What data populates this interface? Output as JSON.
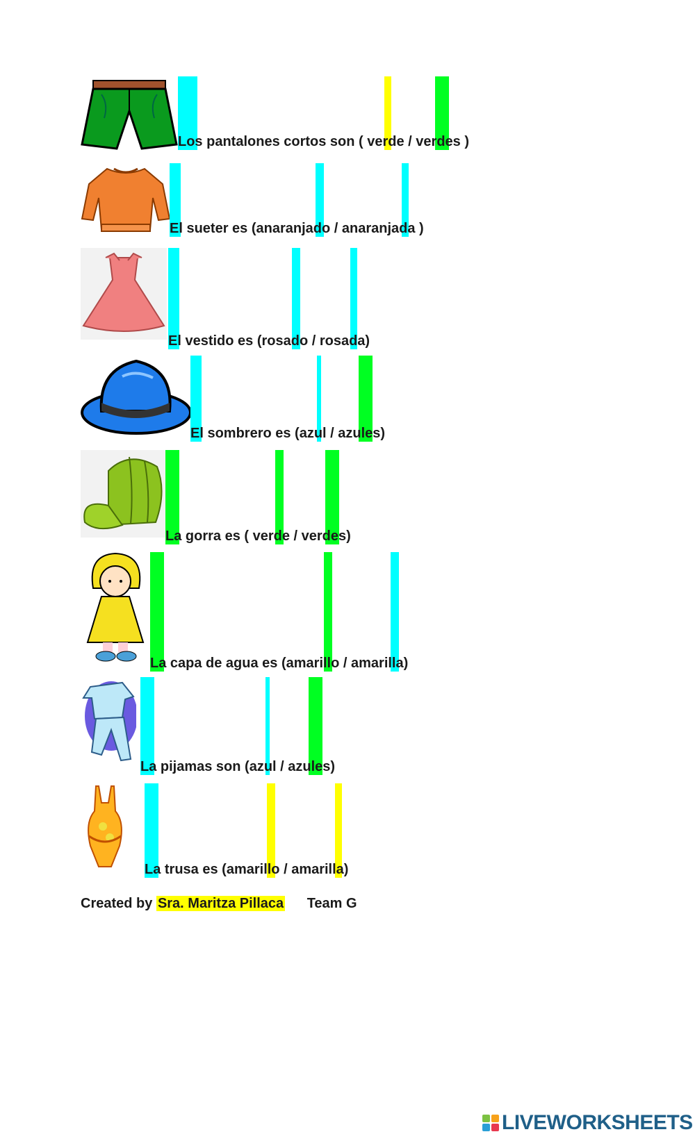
{
  "items": [
    {
      "text": "Los pantalones cortos son ( verde / verdes )",
      "image": "green-shorts"
    },
    {
      "text": "El sueter es (anaranjado / anaranjada )",
      "image": "orange-sweater"
    },
    {
      "text": "El vestido es (rosado / rosada)",
      "image": "pink-dress"
    },
    {
      "text": "El sombrero es (azul / azules)",
      "image": "blue-hat"
    },
    {
      "text": "La gorra es ( verde / verdes)",
      "image": "green-cap"
    },
    {
      "text": "La capa de agua es (amarillo / amarilla)",
      "image": "yellow-raincoat"
    },
    {
      "text": "La pijamas son (azul / azules)",
      "image": "blue-pajamas"
    },
    {
      "text": "La trusa es (amarillo / amarilla)",
      "image": "yellow-swimsuit"
    }
  ],
  "footer": {
    "created_by": "Created by",
    "author": "Sra. Maritza Pillaca",
    "team": "Team G"
  },
  "logo": {
    "text": "LIVEWORKSHEETS",
    "color": "#1f5f88"
  },
  "colors": {
    "cyan": "#00ffff",
    "green": "#00ff22",
    "yellow": "#ffff00"
  }
}
